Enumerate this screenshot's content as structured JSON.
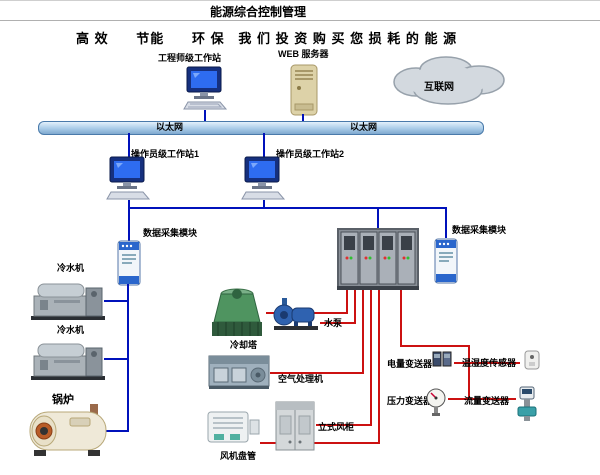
{
  "header": {
    "title": "能源综合控制管理",
    "slogan": "高 效      节能      环 保   我 们 投 资 购 买 您 损 耗 的 能 源"
  },
  "network": {
    "engineer_workstation": "工程师级工作站",
    "web_server": "WEB 服务器",
    "internet": "互联网",
    "ethernet": "以太网",
    "operator_workstation_1": "操作员级工作站1",
    "operator_workstation_2": "操作员级工作站2",
    "daq_module": "数据采集模块"
  },
  "equipment": {
    "chiller": "冷水机",
    "boiler": "锅炉",
    "cooling_tower": "冷却塔",
    "water_pump": "水泵",
    "air_handler": "空气处理机",
    "fan_coil": "风机盘管",
    "vertical_air_cabinet": "立式风柜"
  },
  "sensors": {
    "power_transmitter": "电量变送器",
    "temp_humidity_sensor": "温湿度传感器",
    "pressure_transmitter": "压力变送器",
    "flow_transmitter": "流量变送器"
  },
  "colors": {
    "blue_wire": "#0011bb",
    "red_wire": "#cc1111",
    "ethernet_bus_fill": "#a9cbe8"
  }
}
